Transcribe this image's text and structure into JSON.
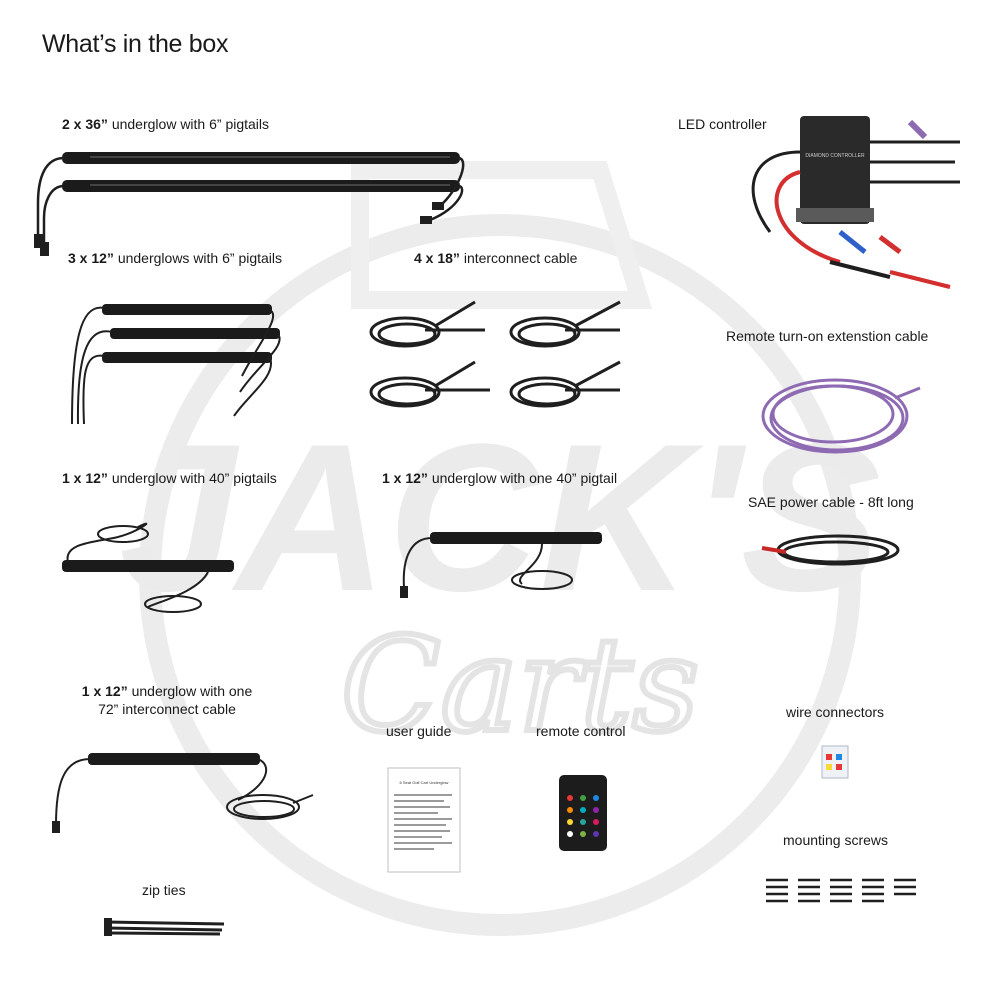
{
  "page": {
    "title": "What’s in the box"
  },
  "watermark": {
    "brand": "JACK'S",
    "script": "Carts"
  },
  "items": [
    {
      "qty": "2 x 36”",
      "desc": " underglow with 6” pigtails"
    },
    {
      "qty": "3 x 12”",
      "desc": " underglows with 6” pigtails"
    },
    {
      "qty": "4 x 18”",
      "desc": " interconnect cable"
    },
    {
      "qty": "1 x 12”",
      "desc": " underglow with 40” pigtails"
    },
    {
      "qty": "1 x 12”",
      "desc": " underglow with one 40” pigtail"
    },
    {
      "qty": "1 x 12”",
      "desc": " underglow with one",
      "desc2": "72” interconnect cable"
    }
  ],
  "labels": {
    "led_controller": "LED controller",
    "remote_turn_on": "Remote turn-on extenstion cable",
    "sae_power": "SAE power cable - 8ft long",
    "wire_connectors": "wire connectors",
    "mounting_screws": "mounting screws",
    "user_guide": "user guide",
    "remote_control": "remote control",
    "zip_ties": "zip ties"
  },
  "controller_brand": "DIAMOND CONTROLLER",
  "guide_heading": "6 Seat Golf Cart Underglow",
  "colors": {
    "bar": "#1b1b1b",
    "cable": "#1f1f1f",
    "purple": "#8e6ab3",
    "watermark": "#e9e9e9"
  }
}
